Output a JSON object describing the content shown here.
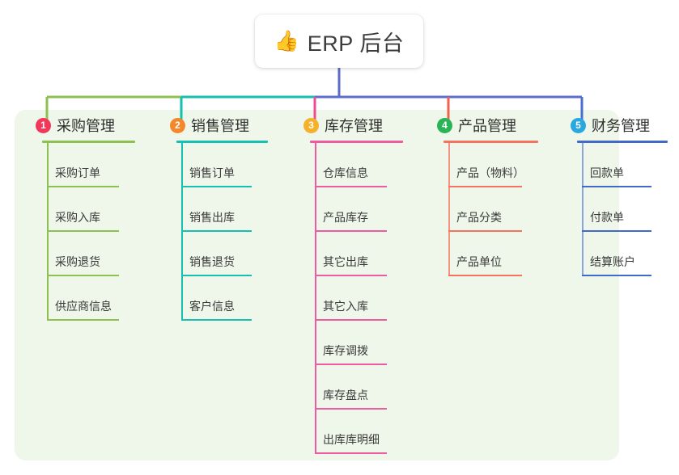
{
  "root": {
    "icon": "thumbs-up-emoji",
    "emoji": "👍",
    "title": "ERP 后台"
  },
  "canvas": {
    "background": "#ffffff",
    "card_background": "#eef7ea"
  },
  "columns": [
    {
      "index": "1",
      "title": "采购管理",
      "badge_color": "#f2385a",
      "rule_color": "#8cc152",
      "line_color": "#8cc152",
      "stem_color": "#8cc152",
      "items": [
        {
          "label": "采购订单"
        },
        {
          "label": "采购入库"
        },
        {
          "label": "采购退货"
        },
        {
          "label": "供应商信息"
        }
      ]
    },
    {
      "index": "2",
      "title": "销售管理",
      "badge_color": "#f5872b",
      "rule_color": "#16c0b0",
      "line_color": "#16c0b0",
      "stem_color": "#16c0b0",
      "items": [
        {
          "label": "销售订单"
        },
        {
          "label": "销售出库"
        },
        {
          "label": "销售退货"
        },
        {
          "label": "客户信息"
        }
      ]
    },
    {
      "index": "3",
      "title": "库存管理",
      "badge_color": "#f6b12a",
      "rule_color": "#ef5ba1",
      "line_color": "#ef5ba1",
      "stem_color": "#ef4b94",
      "items": [
        {
          "label": "仓库信息"
        },
        {
          "label": "产品库存"
        },
        {
          "label": "其它出库"
        },
        {
          "label": "其它入库"
        },
        {
          "label": "库存调拨"
        },
        {
          "label": "库存盘点"
        },
        {
          "label": "出库库明细"
        }
      ]
    },
    {
      "index": "4",
      "title": "产品管理",
      "badge_color": "#2bb457",
      "rule_color": "#f4735e",
      "line_color": "#f59384",
      "stem_color": "#f4604f",
      "items": [
        {
          "label": "产品（物料）"
        },
        {
          "label": "产品分类"
        },
        {
          "label": "产品单位"
        }
      ]
    },
    {
      "index": "5",
      "title": "财务管理",
      "badge_color": "#29a8e0",
      "rule_color": "#4169c8",
      "line_color": "#8aa4dc",
      "stem_color": "#4a6fd0",
      "items": [
        {
          "label": "回款单"
        },
        {
          "label": "付款单"
        },
        {
          "label": "结算账户"
        }
      ]
    }
  ],
  "connectors": {
    "root_stem_color": "#5b6dc8",
    "bus_segments": [
      {
        "color": "#8cc152"
      },
      {
        "color": "#16c0b0"
      },
      {
        "color": "#5b6dc8"
      }
    ]
  }
}
